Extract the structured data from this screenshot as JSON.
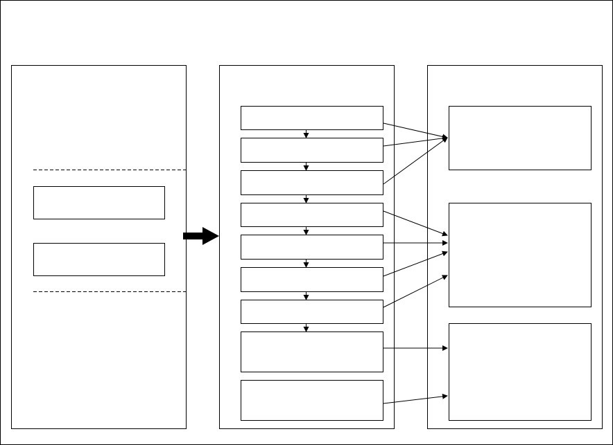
{
  "diagram": {
    "colors": {
      "stroke": "#000000",
      "background": "#ffffff"
    },
    "panels": [
      {
        "id": "left-panel",
        "boxes": [
          "left-box-1",
          "left-box-2"
        ]
      },
      {
        "id": "middle-panel",
        "steps": 9
      },
      {
        "id": "right-panel",
        "boxes": [
          "right-box-1",
          "right-box-2",
          "right-box-3"
        ]
      }
    ],
    "connections": [
      {
        "from": "step-1",
        "to": "right-box-1"
      },
      {
        "from": "step-2",
        "to": "right-box-1"
      },
      {
        "from": "step-3",
        "to": "right-box-1"
      },
      {
        "from": "step-4",
        "to": "right-box-2"
      },
      {
        "from": "step-5",
        "to": "right-box-2"
      },
      {
        "from": "step-6",
        "to": "right-box-2"
      },
      {
        "from": "step-7",
        "to": "right-box-2"
      },
      {
        "from": "step-8",
        "to": "right-box-3"
      },
      {
        "from": "step-9",
        "to": "right-box-3"
      }
    ]
  }
}
